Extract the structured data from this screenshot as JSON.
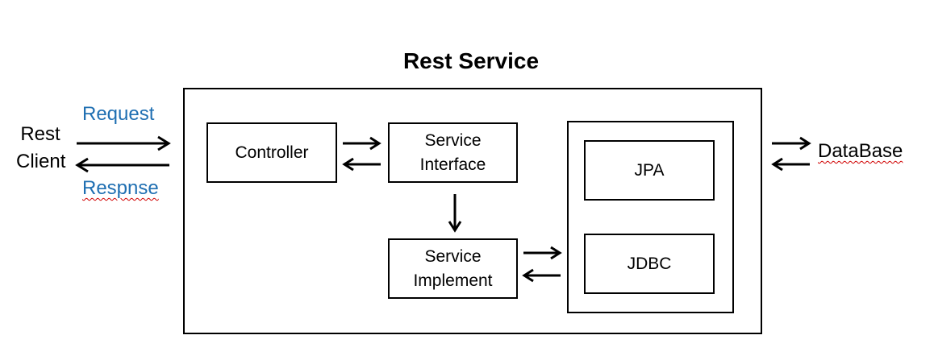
{
  "title": "Rest Service",
  "client": {
    "line1": "Rest",
    "line2": "Client"
  },
  "request_label": "Request",
  "response_label": "Respnse",
  "controller": "Controller",
  "service_interface": {
    "line1": "Service",
    "line2": "Interface"
  },
  "service_implement": {
    "line1": "Service",
    "line2": "Implement"
  },
  "jpa": "JPA",
  "jdbc": "JDBC",
  "database": "DataBase",
  "colors": {
    "label_blue": "#1f6fb2",
    "spellcheck_red": "#d00000",
    "stroke": "#000000"
  }
}
